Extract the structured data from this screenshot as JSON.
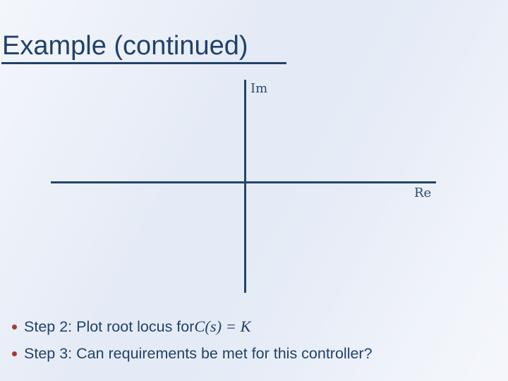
{
  "slide": {
    "title": "Example (continued)",
    "plot": {
      "type": "empty-complex-plane-axes",
      "im_axis_label": "Im",
      "re_axis_label": "Re"
    },
    "bullets": [
      {
        "text": "Step 2: Plot root locus for ",
        "math": "C(s) = K"
      },
      {
        "text": "Step 3: Can requirements be met for this controller?",
        "math": ""
      }
    ],
    "colors": {
      "ink": "#21416b",
      "axis": "#21456e",
      "bullet_dot": "#a23b34",
      "background": "#edf1f9"
    }
  }
}
